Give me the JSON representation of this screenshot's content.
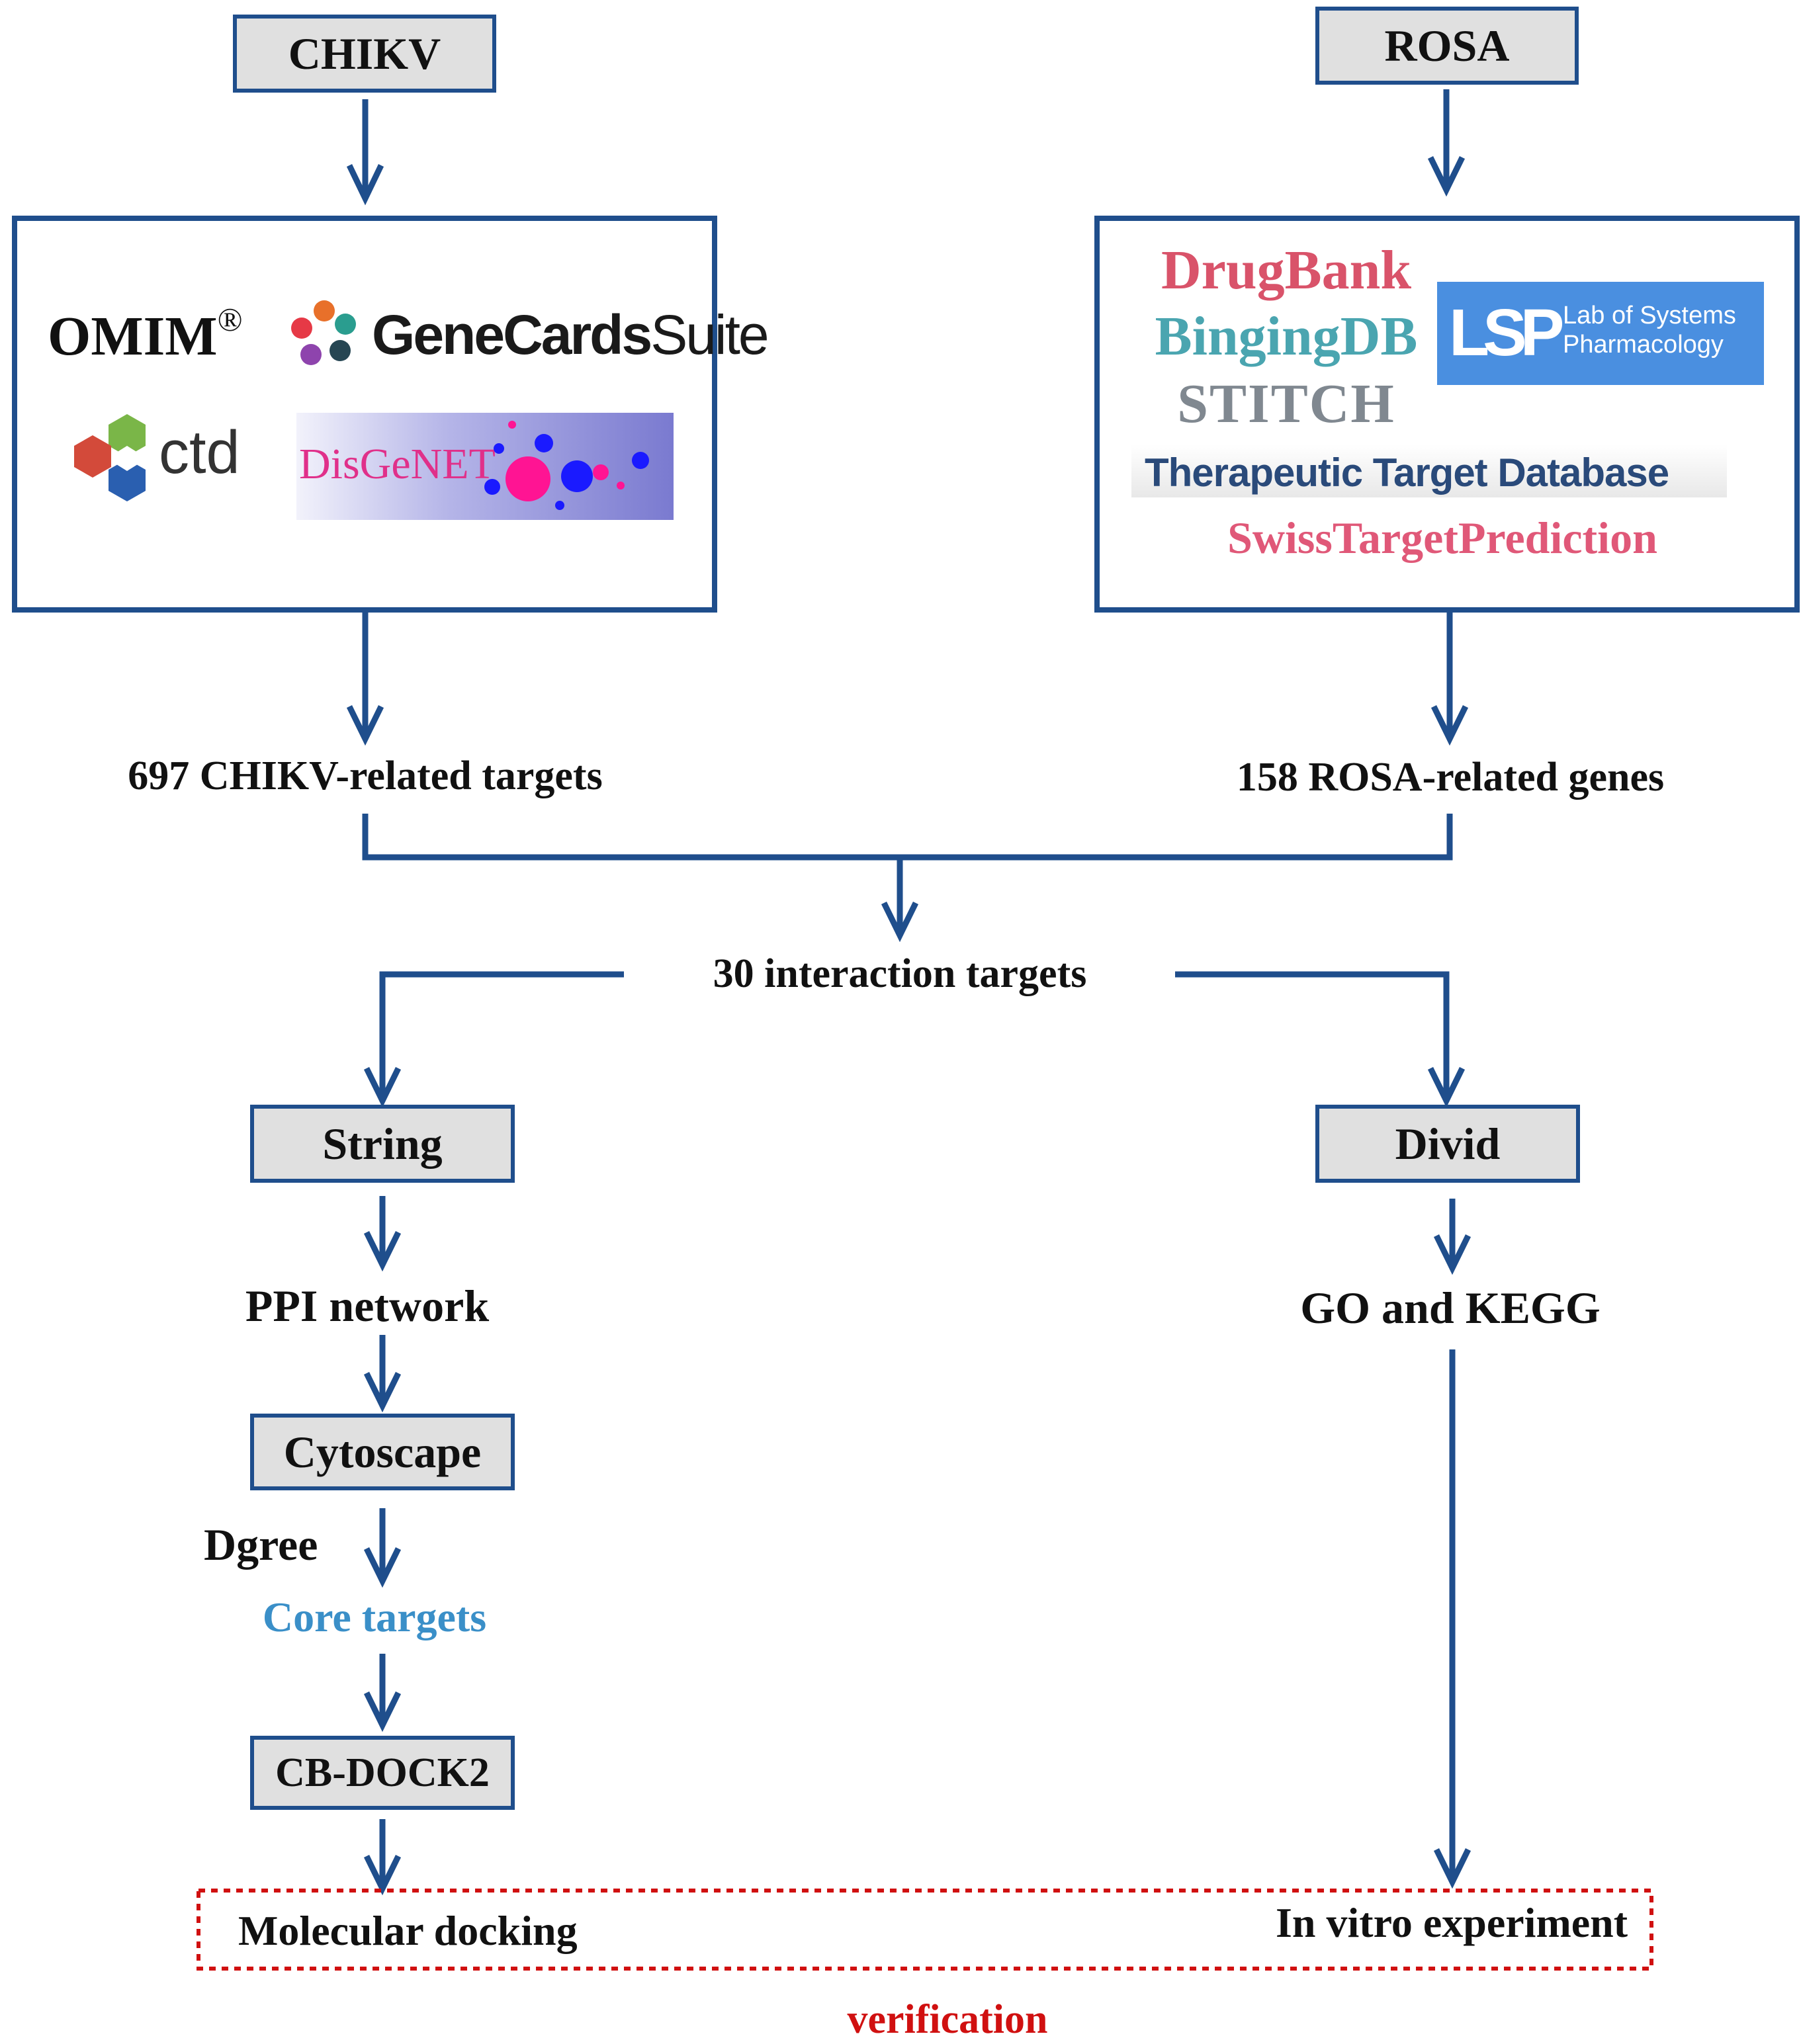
{
  "boxes": {
    "chikv": "CHIKV",
    "rosa": "ROSA",
    "string": "String",
    "divid": "Divid",
    "cytoscape": "Cytoscape",
    "cbdock": "CB-DOCK2"
  },
  "chikv_databases": {
    "omim": "OMIM",
    "omim_reg": "®",
    "genecards": "GeneCards",
    "genecards_suite": "Suite",
    "ctd": "ctd",
    "disgenet": "DisGeNET"
  },
  "rosa_databases": {
    "drugbank": "DrugBank",
    "bindingdb": "BingingDB",
    "stitch": "STITCH",
    "ttd": "Therapeutic Target Database",
    "swiss": "SwissTargetPrediction",
    "lsp_mark": "LSP",
    "lsp_line1": "Lab of Systems",
    "lsp_line2": "Pharmacology"
  },
  "labels": {
    "chikv_targets": "697 CHIKV-related targets",
    "rosa_genes": "158 ROSA-related genes",
    "interaction": "30 interaction targets",
    "ppi": "PPI network",
    "go_kegg": "GO and KEGG",
    "degree": "Dgree",
    "core": "Core targets",
    "docking": "Molecular docking",
    "invitro": "In vitro experiment",
    "verification": "verification"
  },
  "colors": {
    "arrow": "#1f4e8c",
    "box_fill": "#e0e0e0",
    "core_targets": "#3a8fc8",
    "verification": "#d01010",
    "drugbank": "#d9536a",
    "bindingdb": "#4aa5b0",
    "stitch": "#808890",
    "ttd": "#2a4a7a",
    "swiss": "#e05878",
    "lsp_bg": "#4a8fe0"
  }
}
